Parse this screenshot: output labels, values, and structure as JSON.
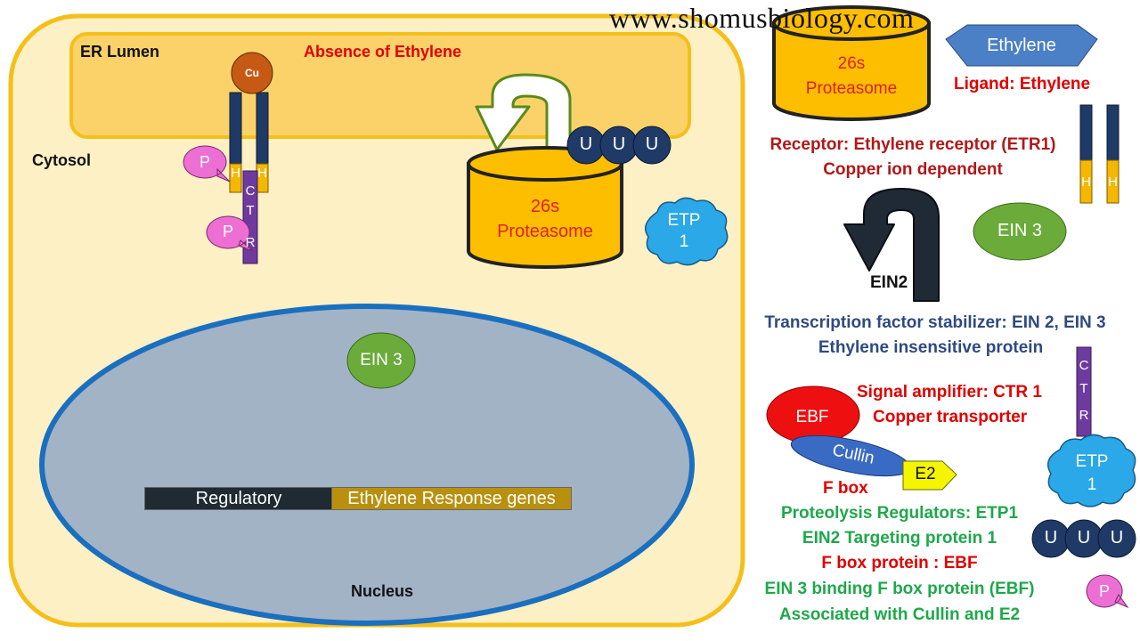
{
  "watermark": "www.shomusbiology.com",
  "cell": {
    "er_lumen": "ER Lumen",
    "title": "Absence of Ethylene",
    "cytosol": "Cytosol",
    "nucleus": "Nucleus",
    "copper": "Cu",
    "histidine": "H",
    "phosphate": "P",
    "ctr_letters": [
      "C",
      "T",
      "R"
    ],
    "proteasome": [
      "26s",
      "Proteasome"
    ],
    "ubiquitin": "U",
    "etp1": [
      "ETP",
      "1"
    ],
    "ein3": "EIN 3",
    "gene_regulatory": "Regulatory",
    "gene_response": "Ethylene Response genes"
  },
  "legend": {
    "proteasome": [
      "26s",
      "Proteasome"
    ],
    "ethylene": "Ethylene",
    "ligand": "Ligand: Ethylene",
    "receptor": "Receptor: Ethylene receptor (ETR1)",
    "copper_dependent": "Copper ion dependent",
    "histidine": "H",
    "ein3": "EIN 3",
    "ein2": "EIN2",
    "stabilizer": "Transcription factor stabilizer: EIN 2, EIN 3",
    "insensitive": "Ethylene insensitive protein",
    "ctr_letters": [
      "C",
      "T",
      "R"
    ],
    "amplifier": "Signal amplifier: CTR 1",
    "copper_transporter": "Copper transporter",
    "ebf": "EBF",
    "cullin": "Cullin",
    "e2": "E2",
    "fbox": "F box",
    "etp1": [
      "ETP",
      "1"
    ],
    "proteolysis": "Proteolysis Regulators: ETP1",
    "targeting": "EIN2 Targeting protein 1",
    "ubiquitin": "U",
    "fbox_protein": "F box protein : EBF",
    "binding": "EIN 3 binding F box protein (EBF)",
    "associated": "Associated with Cullin and E2",
    "phosphate": "P"
  },
  "colors": {
    "cell_fill": "#fdf0c4",
    "cell_border": "#f5bf1a",
    "er_fill": "#fbd26a",
    "nucleus_fill": "#a3b3c6",
    "nucleus_border": "#1a6fbf",
    "proteasome_fill": "#fdbe00",
    "ubiquitin_fill": "#1f3a66",
    "etp_fill": "#2aa8e8",
    "ein3_fill": "#6aab3a",
    "phosphate_fill": "#ee6fd4",
    "copper_fill": "#c65a14",
    "receptor_dark": "#1f3a66",
    "receptor_gold": "#f5b800",
    "ctr_fill": "#6f3a9e",
    "ethylene_fill": "#4b7fc6",
    "ebf_fill": "#ee1010",
    "cullin_fill": "#3a6bc4",
    "e2_fill": "#f5f500"
  }
}
